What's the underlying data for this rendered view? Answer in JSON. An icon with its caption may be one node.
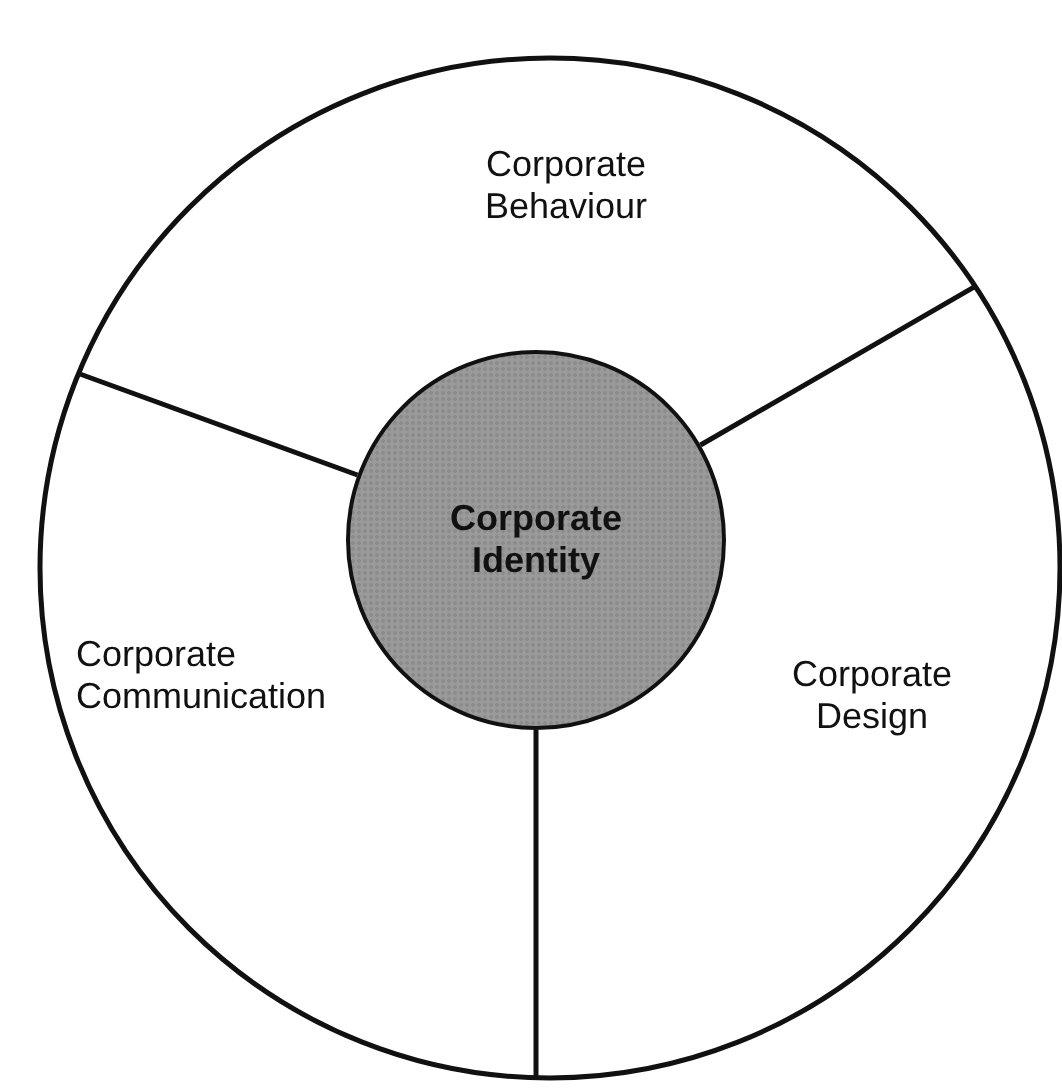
{
  "diagram": {
    "nodes": [
      {
        "text": [],
        "shape": "circle"
      },
      {
        "text": [
          "Corporate Identity"
        ],
        "in": 0
      },
      {
        "text": [
          "Corporate Behaviour"
        ],
        "in": 0
      },
      {
        "text": [
          "Corporate Communication"
        ],
        "in": 0
      },
      {
        "text": [
          "Corporate Design"
        ],
        "in": 0
      }
    ]
  }
}
